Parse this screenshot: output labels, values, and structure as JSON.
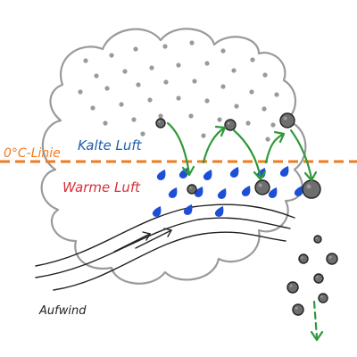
{
  "labels": {
    "zero_line": "0°C-Linie",
    "cold_air": "Kalte Luft",
    "warm_air": "Warme Luft",
    "updraft": "Aufwind"
  },
  "colors": {
    "zero_line": "#f07a1e",
    "cold_air_text": "#1f5fa8",
    "warm_air_text": "#d6323a",
    "arrow": "#2f9a3a",
    "drop": "#1d4fd6",
    "hail": "#6e6e6e",
    "cloud_outline": "#9a9a9a",
    "cloud_dots": "#9a9a9a",
    "ink": "#222222"
  },
  "icons": [
    "cloud-outline",
    "raindrop-icon",
    "hailstone-icon",
    "arrow-icon"
  ]
}
